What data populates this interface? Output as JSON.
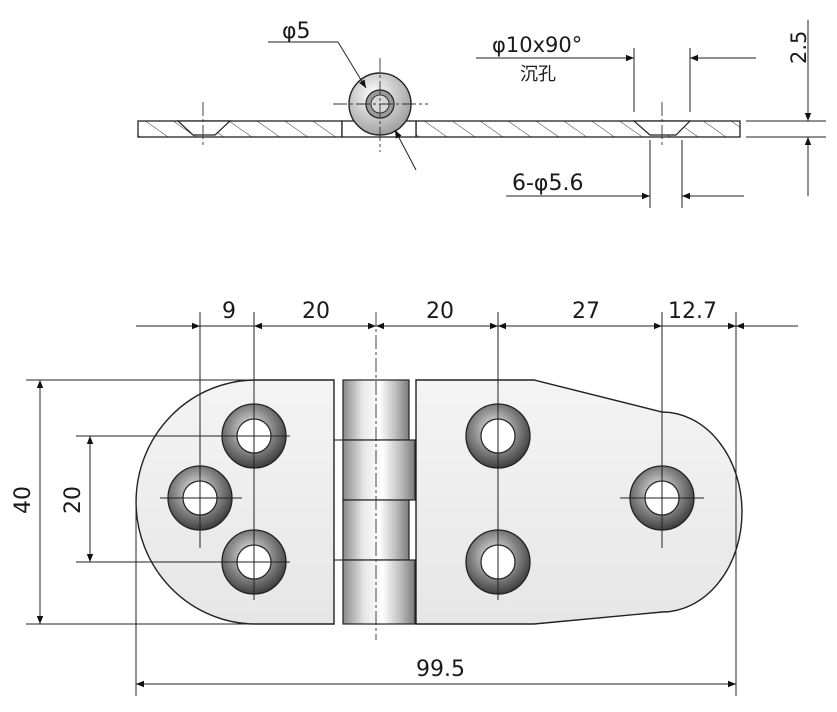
{
  "side_view": {
    "pin_diameter": "φ5",
    "countersink": "φ10x90°",
    "countersink_note": "沉孔",
    "holes": "6-φ5.6",
    "thickness": "2.5"
  },
  "top_view": {
    "dim_9": "9",
    "dim_20_left": "20",
    "dim_20_right": "20",
    "dim_27": "27",
    "dim_12_7": "12.7",
    "height_40": "40",
    "spacing_20": "20",
    "overall_length": "99.5"
  },
  "colors": {
    "line": "#222222",
    "plate_fill": "#f2f2f2",
    "hole_dark": "#5a5a5a",
    "hole_light": "#ffffff"
  }
}
